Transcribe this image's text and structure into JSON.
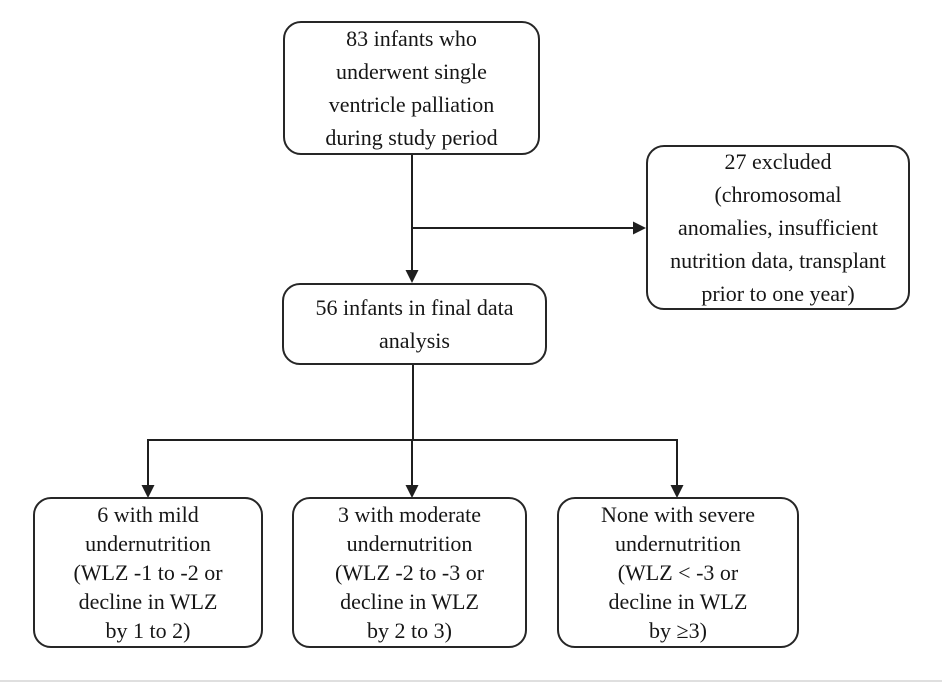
{
  "boxes": {
    "enrolled": {
      "lines": [
        "83 infants who",
        "underwent single",
        "ventricle palliation",
        "during study period"
      ]
    },
    "excluded": {
      "lines": [
        "27 excluded",
        "(chromosomal",
        "anomalies, insufficient",
        "nutrition data, transplant",
        "prior to one year)"
      ]
    },
    "final": {
      "lines": [
        "56 infants in final data",
        "analysis"
      ]
    },
    "mild": {
      "lines": [
        "6 with mild",
        "undernutrition",
        "(WLZ -1 to -2 or",
        "decline in WLZ",
        "by 1 to 2)"
      ]
    },
    "moderate": {
      "lines": [
        "3 with moderate",
        "undernutrition",
        "(WLZ -2 to -3 or",
        "decline in WLZ",
        "by 2 to 3)"
      ]
    },
    "severe": {
      "lines": [
        "None with severe",
        "undernutrition",
        "(WLZ < -3 or",
        "decline in WLZ",
        "by ≥3)"
      ]
    }
  },
  "colors": {
    "border": "#262626",
    "line": "#1f1f1f",
    "text": "#161616",
    "background": "#ffffff",
    "bottom_rule": "#dfdfdf"
  }
}
